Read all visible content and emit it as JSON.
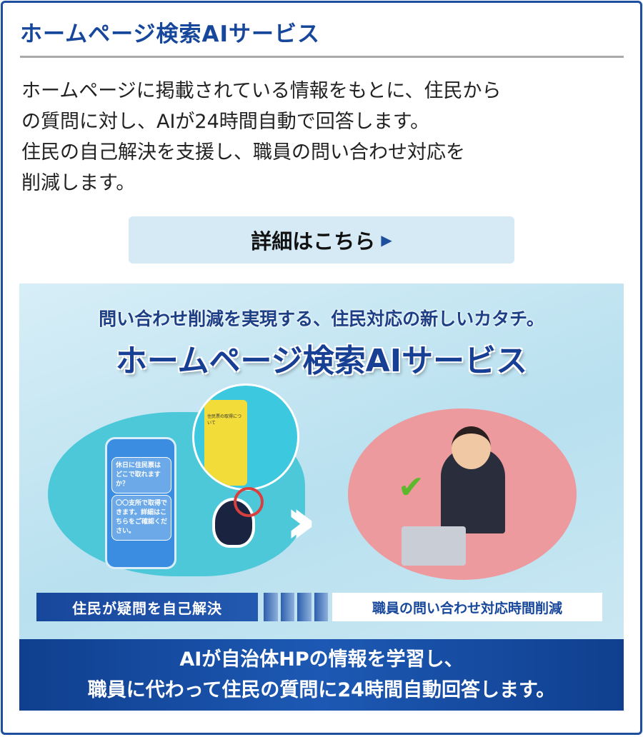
{
  "title": "ホームページ検索AIサービス",
  "description": [
    "ホームページに掲載されている情報をもとに、住民から",
    "の質問に対し、AIが24時間自動で回答します。",
    "住民の自己解決を支援し、職員の問い合わせ対応を",
    "削減します。"
  ],
  "details_button": {
    "label": "詳細はこちら",
    "icon": "triangle-right-icon"
  },
  "banner": {
    "subtitle": "問い合わせ削減を実現する、住民対応の新しいカタチ。",
    "title": "ホームページ検索AIサービス",
    "chat_question": "休日に住民票はどこで取れますか？",
    "chat_answer": "〇〇支所で取得できます。詳細はこちらをご確認ください。",
    "yellow_phone_text": "住民票の取得について",
    "label_left": "住民が疑問を自己解決",
    "label_right": "職員の問い合わせ対応時間削減",
    "bottom_lines": [
      "AIが自治体HPの情報を学習し、",
      "職員に代わって住民の質問に24時間自動回答します。"
    ]
  },
  "colors": {
    "brand": "#17479b",
    "button_bg": "#d5eaf5"
  }
}
